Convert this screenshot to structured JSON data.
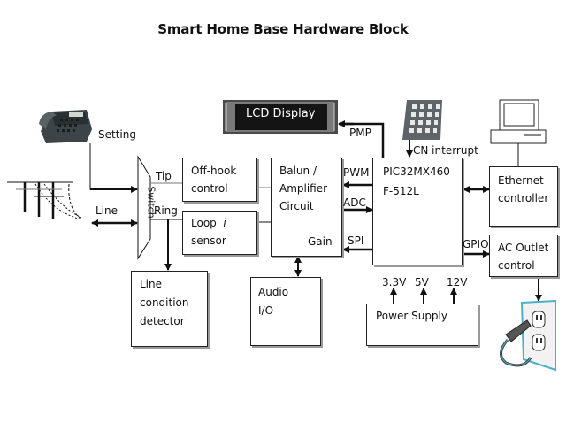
{
  "title": "Smart Home Base Hardware Block",
  "icons": {
    "telephone": "telephone-icon",
    "power_lines": "power-lines-icon",
    "lcd": "lcd-display-icon",
    "keypad": "keypad-icon",
    "computer": "computer-icon",
    "outlet": "power-outlet-icon"
  },
  "labels": {
    "setting": "Setting",
    "line": "Line",
    "tip": "Tip",
    "ring": "Ring",
    "switch": "Switch",
    "pmp": "PMP",
    "cn_interrupt": "CN interrupt",
    "pwm": "PWM",
    "adc": "ADC",
    "spi": "SPI",
    "gpio": "GPIO",
    "v33": "3.3V",
    "v5": "5V",
    "v12": "12V"
  },
  "blocks": {
    "lcd": "LCD Display",
    "offhook": "Off-hook\ncontrol",
    "loop_line1": "Loop",
    "loop_i": "i",
    "loop_line2": "sensor",
    "balun": "Balun /\nAmplifier\nCircuit",
    "gain": "Gain",
    "mcu": "PIC32MX460\nF-512L",
    "ethernet": "Ethernet\ncontroller",
    "ac_outlet": "AC Outlet\ncontrol",
    "line_condition": "Line\ncondition\ndetector",
    "audio": "Audio\nI/O",
    "power": "Power Supply"
  }
}
